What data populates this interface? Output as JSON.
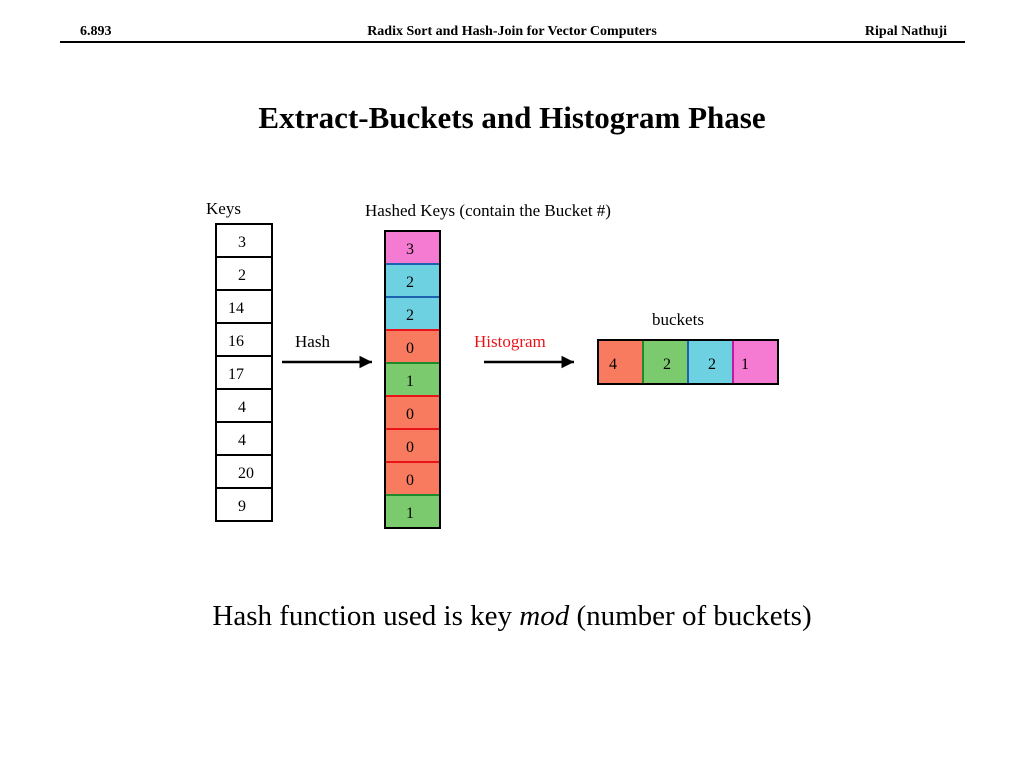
{
  "header": {
    "course": "6.893",
    "talk_title": "Radix Sort and Hash-Join for Vector Computers",
    "author": "Ripal Nathuji"
  },
  "slide": {
    "title": "Extract-Buckets and Histogram Phase"
  },
  "diagram": {
    "keys_label": "Keys",
    "keys": [
      "3",
      "2",
      "14",
      "16",
      "17",
      "4",
      "4",
      "20",
      "9"
    ],
    "hash_label": "Hash",
    "hashed_label": "Hashed Keys (contain the Bucket #)",
    "hashed": [
      "3",
      "2",
      "2",
      "0",
      "1",
      "0",
      "0",
      "0",
      "1"
    ],
    "histogram_label": "Histogram",
    "buckets_label": "buckets",
    "buckets": [
      "4",
      "2",
      "2",
      "1"
    ],
    "bucket_colors": {
      "0": "#f87b60",
      "1": "#7cca6e",
      "2": "#6dd1e2",
      "3": "#f57ad1"
    },
    "bucket_border_colors": {
      "0": "#e8141a",
      "1": "#1e8a2c",
      "2": "#1d62b0",
      "3": "#c417a3"
    },
    "histogram_label_color": "#e8141a"
  },
  "caption": {
    "before": "Hash function used is key ",
    "emphasis": "mod",
    "after": " (number of buckets)"
  }
}
